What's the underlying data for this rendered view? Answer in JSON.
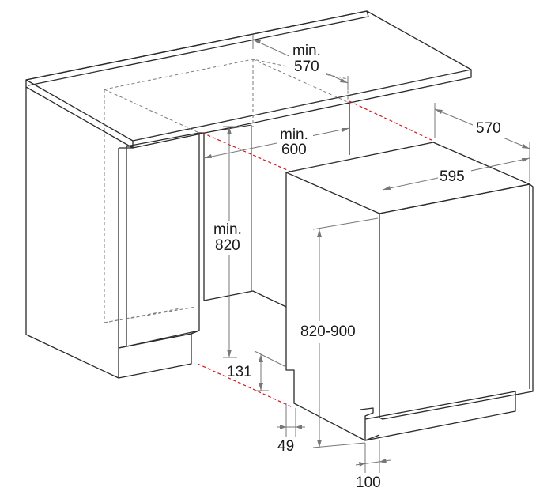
{
  "dimensions": {
    "cavity_depth": {
      "prefix": "min.",
      "value": "570"
    },
    "cavity_width": {
      "prefix": "min.",
      "value": "600"
    },
    "cavity_height": {
      "prefix": "min.",
      "value": "820"
    },
    "appliance_depth": "570",
    "appliance_width": "595",
    "appliance_height": "820-900",
    "plinth_height": "131",
    "plinth_inset": "49",
    "door_offset": "100"
  },
  "colors": {
    "outline": "#2b2b2b",
    "hidden": "#7a7a7a",
    "reference_line": "#d8141a",
    "dimension": "#777777"
  }
}
